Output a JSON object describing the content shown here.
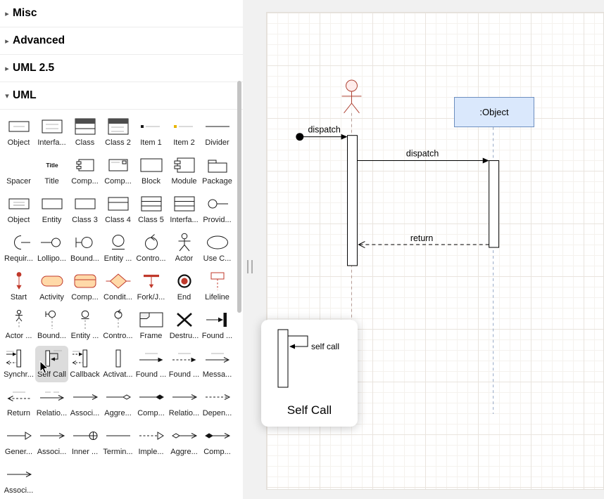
{
  "sidebar": {
    "icons": {
      "collapsed": "▸",
      "expanded": "▾"
    },
    "sections": [
      {
        "label": "Misc",
        "expanded": false
      },
      {
        "label": "Advanced",
        "expanded": false
      },
      {
        "label": "UML 2.5",
        "expanded": false
      },
      {
        "label": "UML",
        "expanded": true
      }
    ],
    "shapes": [
      {
        "label": "Object",
        "icon": "object-rect"
      },
      {
        "label": "Interfa...",
        "icon": "interface-rect"
      },
      {
        "label": "Class",
        "icon": "class-rect"
      },
      {
        "label": "Class 2",
        "icon": "class2-rect"
      },
      {
        "label": "Item 1",
        "icon": "item"
      },
      {
        "label": "Item 2",
        "icon": "item2"
      },
      {
        "label": "Divider",
        "icon": "divider"
      },
      {
        "label": "Spacer",
        "icon": "blank"
      },
      {
        "label": "Title",
        "icon": "title"
      },
      {
        "label": "Comp...",
        "icon": "component"
      },
      {
        "label": "Comp...",
        "icon": "component2"
      },
      {
        "label": "Block",
        "icon": "block"
      },
      {
        "label": "Module",
        "icon": "module"
      },
      {
        "label": "Package",
        "icon": "package"
      },
      {
        "label": "Object",
        "icon": "object2"
      },
      {
        "label": "Entity",
        "icon": "rect"
      },
      {
        "label": "Class 3",
        "icon": "rect"
      },
      {
        "label": "Class 4",
        "icon": "rect-div1"
      },
      {
        "label": "Class 5",
        "icon": "rect-div2"
      },
      {
        "label": "Interfa...",
        "icon": "rect-div2"
      },
      {
        "label": "Provid...",
        "icon": "provided"
      },
      {
        "label": "Requir...",
        "icon": "required"
      },
      {
        "label": "Lollipo...",
        "icon": "lollipop"
      },
      {
        "label": "Bound...",
        "icon": "boundary"
      },
      {
        "label": "Entity ...",
        "icon": "entity-circle"
      },
      {
        "label": "Contro...",
        "icon": "control-circle"
      },
      {
        "label": "Actor",
        "icon": "actor"
      },
      {
        "label": "Use C...",
        "icon": "usecase"
      },
      {
        "label": "Start",
        "icon": "start"
      },
      {
        "label": "Activity",
        "icon": "activity"
      },
      {
        "label": "Comp...",
        "icon": "activity2"
      },
      {
        "label": "Condit...",
        "icon": "condition"
      },
      {
        "label": "Fork/J...",
        "icon": "fork"
      },
      {
        "label": "End",
        "icon": "end"
      },
      {
        "label": "Lifeline",
        "icon": "lifeline"
      },
      {
        "label": "Actor ...",
        "icon": "actor-lifeline"
      },
      {
        "label": "Bound...",
        "icon": "boundary-lifeline"
      },
      {
        "label": "Entity ...",
        "icon": "entity-lifeline"
      },
      {
        "label": "Contro...",
        "icon": "control-lifeline"
      },
      {
        "label": "Frame",
        "icon": "frame"
      },
      {
        "label": "Destru...",
        "icon": "destruction"
      },
      {
        "label": "Found ...",
        "icon": "found"
      },
      {
        "label": "Synchr...",
        "icon": "sync"
      },
      {
        "label": "Self Call",
        "icon": "selfcall",
        "hovered": true
      },
      {
        "label": "Callback",
        "icon": "callback"
      },
      {
        "label": "Activat...",
        "icon": "activation"
      },
      {
        "label": "Found ...",
        "icon": "msg-solid"
      },
      {
        "label": "Found ...",
        "icon": "msg-dash"
      },
      {
        "label": "Messa...",
        "icon": "msg-open"
      },
      {
        "label": "Return",
        "icon": "return-msg"
      },
      {
        "label": "Relatio...",
        "icon": "relation"
      },
      {
        "label": "Associ...",
        "icon": "arrow-open"
      },
      {
        "label": "Aggre...",
        "icon": "diamond-open"
      },
      {
        "label": "Comp...",
        "icon": "diamond-filled"
      },
      {
        "label": "Relatio...",
        "icon": "arrow-open"
      },
      {
        "label": "Depen...",
        "icon": "dash-open"
      },
      {
        "label": "Gener...",
        "icon": "triangle"
      },
      {
        "label": "Associ...",
        "icon": "arrow-open"
      },
      {
        "label": "Inner ...",
        "icon": "inner"
      },
      {
        "label": "Termin...",
        "icon": "line"
      },
      {
        "label": "Imple...",
        "icon": "dash-triangle"
      },
      {
        "label": "Aggre...",
        "icon": "arrow-diamond-open"
      },
      {
        "label": "Comp...",
        "icon": "arrow-diamond-filled"
      },
      {
        "label": "Associ...",
        "icon": "arrow-open"
      }
    ]
  },
  "preview": {
    "title": "Self Call",
    "shape_label": "self call"
  },
  "diagram": {
    "object_label": ":Object",
    "found_message_label": "dispatch",
    "dispatch_label": "dispatch",
    "return_label": "return"
  },
  "colors": {
    "object_fill": "#dae8fc",
    "object_stroke": "#6c8ebf",
    "actor_stroke": "#ae4132",
    "palette_red": "#c0392b",
    "palette_orange_fill": "#ffd9a8",
    "hover_gray": "#dcdcdc"
  }
}
